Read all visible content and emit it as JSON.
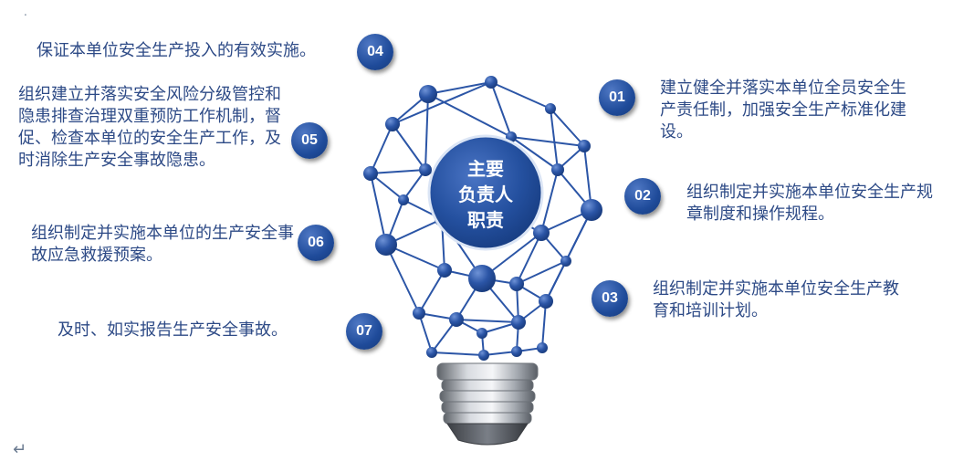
{
  "center": {
    "lines": [
      "主要",
      "负责人",
      "职责"
    ]
  },
  "items": [
    {
      "num": "01",
      "text": "建立健全并落实本单位全员安全生产责任制，加强安全生产标准化建设。"
    },
    {
      "num": "02",
      "text": "组织制定并实施本单位安全生产规章制度和操作规程。"
    },
    {
      "num": "03",
      "text": "组织制定并实施本单位安全生产教育和培训计划。"
    },
    {
      "num": "04",
      "text": "保证本单位安全生产投入的有效实施。"
    },
    {
      "num": "05",
      "text": "组织建立并落实安全风险分级管控和隐患排查治理双重预防工作机制，督促、检查本单位的安全生产工作，及时消除生产安全事故隐患。"
    },
    {
      "num": "06",
      "text": "组织制定并实施本单位的生产安全事故应急救援预案。"
    },
    {
      "num": "07",
      "text": "及时、如实报告生产安全事故。"
    }
  ],
  "marks": {
    "return": "↵",
    "dot": "."
  },
  "colors": {
    "network": "#2b55a6",
    "text": "#2d4a86",
    "badge": "#1f4b9a",
    "bulb_base": "#8a8f96"
  }
}
